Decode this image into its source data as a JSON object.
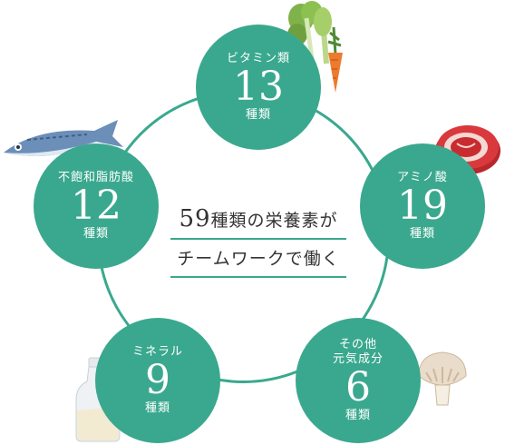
{
  "headline": {
    "count": "59",
    "line1_suffix": "種類の栄養素が",
    "line2": "チームワークで働く"
  },
  "nodes": {
    "vitamin": {
      "label": "ビタミン類",
      "number": "13",
      "unit": "種類"
    },
    "amino": {
      "label": "アミノ酸",
      "number": "19",
      "unit": "種類"
    },
    "fatty": {
      "label": "不飽和脂肪酸",
      "number": "12",
      "unit": "種類"
    },
    "mineral": {
      "label": "ミネラル",
      "number": "9",
      "unit": "種類"
    },
    "other": {
      "label": "その他\n元気成分",
      "number": "6",
      "unit": "種類"
    }
  },
  "colors": {
    "accent": "#3aa88e",
    "text": "#333333"
  },
  "icons": [
    "vegetables-icon",
    "meat-icon",
    "fish-icon",
    "milk-bottle-icon",
    "mushroom-icon"
  ]
}
